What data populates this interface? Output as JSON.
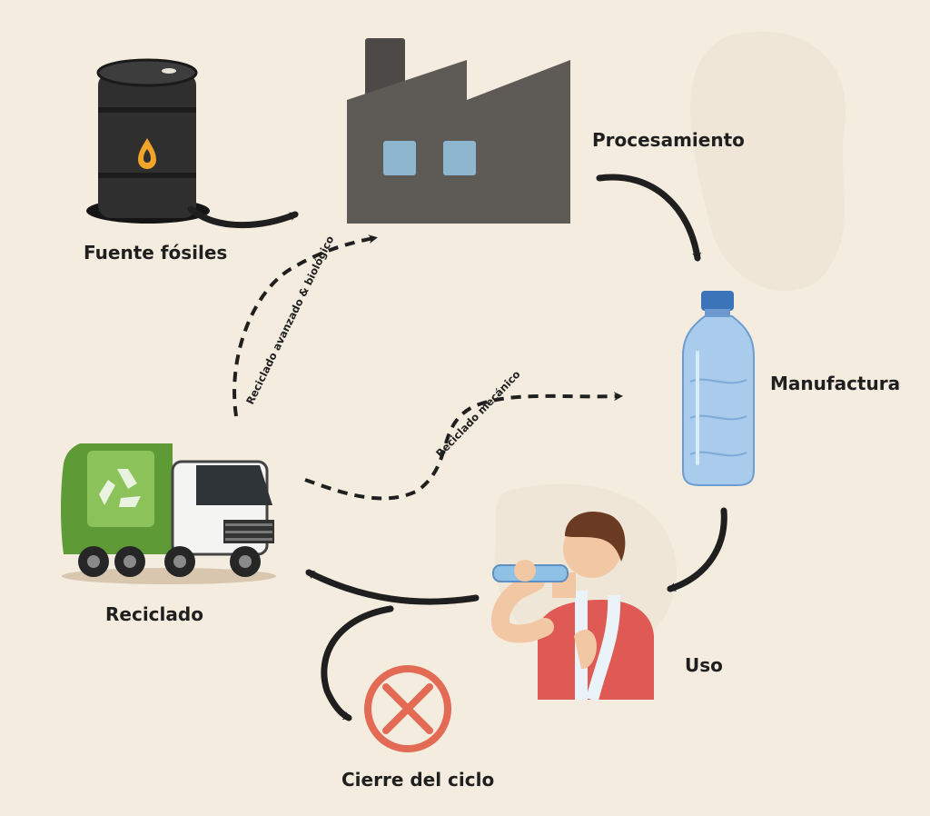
{
  "nodes": {
    "fossil": {
      "label": "Fuente fósiles",
      "icon": "oil-barrel-icon"
    },
    "processing": {
      "label": "Procesamiento",
      "icon": "factory-icon"
    },
    "manufacturing": {
      "label": "Manufactura",
      "icon": "plastic-bottle-icon"
    },
    "use": {
      "label": "Uso",
      "icon": "person-drinking-icon"
    },
    "recycling": {
      "label": "Reciclado",
      "icon": "garbage-truck-icon"
    },
    "closure": {
      "label": "Cierre del ciclo",
      "icon": "cancel-x-icon"
    }
  },
  "edges": {
    "advanced_label": "Reciclado avanzado  & biológico",
    "mechanical_label": "Reciclado mecánico"
  },
  "colors": {
    "background": "#f4ecdf",
    "arrow": "#1f1f1f",
    "factory": "#5e5a56",
    "truck_green": "#5e9a35",
    "bottle_blue": "#8fb9e0",
    "closure_red": "#e36a55"
  }
}
